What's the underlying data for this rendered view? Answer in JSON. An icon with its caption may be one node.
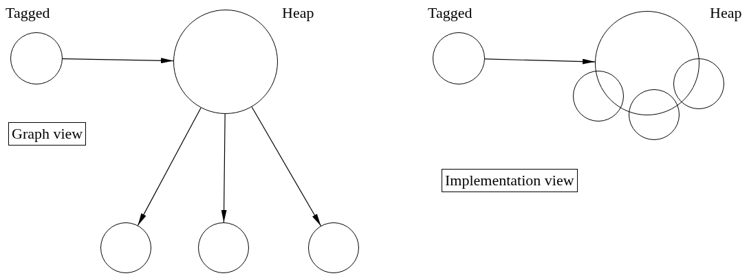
{
  "diagram": {
    "nodes": [
      {
        "text": [
          "Tagged"
        ]
      },
      {
        "text": [
          "Heap"
        ]
      },
      {
        "text": [],
        "shape": "circle"
      },
      {
        "text": [],
        "shape": "circle"
      },
      {
        "text": [],
        "shape": "circle"
      },
      {
        "text": [
          "Graph view"
        ]
      },
      {
        "text": [
          "Tagged"
        ]
      },
      {
        "text": [
          "Heap"
        ]
      },
      {
        "text": [],
        "shape": "circle"
      },
      {
        "text": [],
        "shape": "circle"
      },
      {
        "text": [],
        "shape": "circle"
      },
      {
        "text": [
          "Implementation view"
        ]
      }
    ],
    "edges": [
      {
        "from": 0,
        "to": 1,
        "arrow": "to"
      },
      {
        "from": 1,
        "to": 2,
        "arrow": "to"
      },
      {
        "from": 1,
        "to": 3,
        "arrow": "to"
      },
      {
        "from": 1,
        "to": 4,
        "arrow": "to"
      },
      {
        "from": 6,
        "to": 7,
        "arrow": "to"
      }
    ]
  }
}
